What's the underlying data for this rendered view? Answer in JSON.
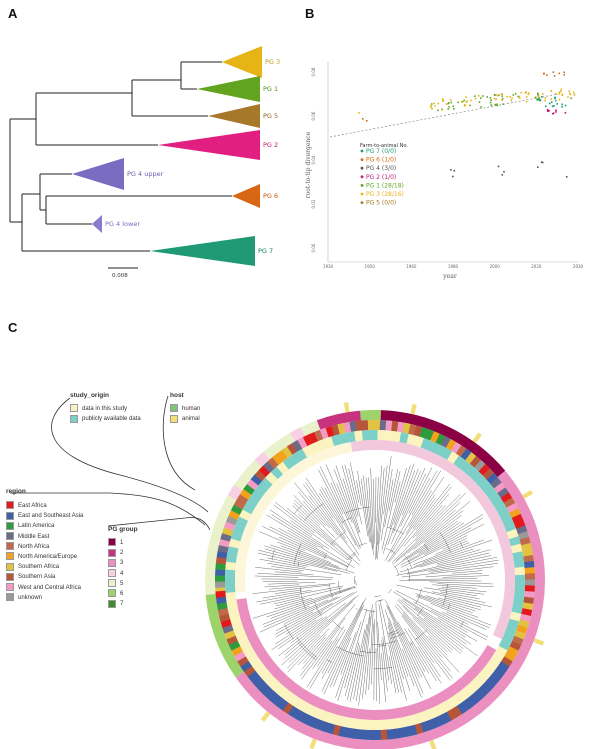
{
  "panels": {
    "a": "A",
    "b": "B",
    "c": "C"
  },
  "panel_a": {
    "scale_label": "0.008",
    "clades": [
      {
        "label": "PG 3",
        "color": "#e7b416"
      },
      {
        "label": "PG 1",
        "color": "#62a420"
      },
      {
        "label": "PG 5",
        "color": "#a7782a"
      },
      {
        "label": "PG 2",
        "color": "#e21e81"
      },
      {
        "label": "PG 4 upper",
        "color": "#7a6cc0"
      },
      {
        "label": "PG 6",
        "color": "#d86613"
      },
      {
        "label": "PG 4 lower",
        "color": "#8a7bcf"
      },
      {
        "label": "PG 7",
        "color": "#1f9a74"
      }
    ]
  },
  "chart_data": {
    "type": "scatter",
    "xlabel": "year",
    "ylabel": "root-to-tip divergence",
    "xticks": [
      "1930",
      "1950",
      "1960",
      "1980",
      "2000",
      "2020",
      "2030"
    ],
    "yticks": [
      "0.08",
      "0.06",
      "0.04",
      "0.02",
      "0.00"
    ],
    "legend_title": "Farm-to-animal No.",
    "legend": [
      {
        "name": "PG 7 (0/0)",
        "color": "#1f9a74"
      },
      {
        "name": "PG 6 (1/0)",
        "color": "#d86613"
      },
      {
        "name": "PG 4 (3/0)",
        "color": "#555555"
      },
      {
        "name": "PG 2 (1/0)",
        "color": "#c4177b"
      },
      {
        "name": "PG 1 (28/18)",
        "color": "#62a420"
      },
      {
        "name": "PG 3 (28/16)",
        "color": "#e7b416"
      },
      {
        "name": "PG 5 (0/0)",
        "color": "#a7782a"
      }
    ]
  },
  "panel_c": {
    "study_origin": {
      "title": "study_origin",
      "items": [
        {
          "label": "data in this study",
          "color": "#fbf3c0"
        },
        {
          "label": "publicly available data",
          "color": "#7dd0c8"
        }
      ]
    },
    "host": {
      "title": "host",
      "items": [
        {
          "label": "human",
          "color": "#7dc67a"
        },
        {
          "label": "animal",
          "color": "#f3de7a"
        }
      ]
    },
    "region": {
      "title": "region",
      "items": [
        {
          "label": "East Africa",
          "color": "#e31a1c"
        },
        {
          "label": "East and Southeast Asia",
          "color": "#3f5fa8"
        },
        {
          "label": "Latin America",
          "color": "#2e9c3d"
        },
        {
          "label": "Middle East",
          "color": "#6b6b8a"
        },
        {
          "label": "North Africa",
          "color": "#c06a4a"
        },
        {
          "label": "North America/Europe",
          "color": "#f2a21c"
        },
        {
          "label": "Southern Africa",
          "color": "#e2c240"
        },
        {
          "label": "Southern Asia",
          "color": "#b5553a"
        },
        {
          "label": "West and Central Africa",
          "color": "#f39bc4"
        },
        {
          "label": "unknown",
          "color": "#9a9a9a"
        }
      ]
    },
    "pg_group": {
      "title": "PG group",
      "items": [
        {
          "label": "1",
          "color": "#8b0045"
        },
        {
          "label": "2",
          "color": "#c8337f"
        },
        {
          "label": "3",
          "color": "#eb8fc0"
        },
        {
          "label": "4",
          "color": "#f7d0e3"
        },
        {
          "label": "5",
          "color": "#eaf2cc"
        },
        {
          "label": "6",
          "color": "#9cd36a"
        },
        {
          "label": "7",
          "color": "#3f8a2d"
        }
      ]
    }
  }
}
